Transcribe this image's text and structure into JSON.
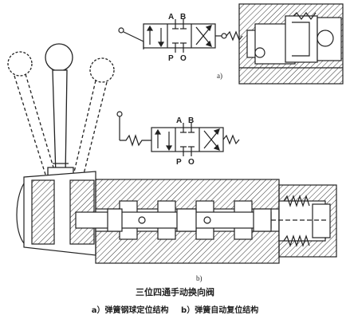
{
  "symbol_a": {
    "ports_top": [
      "A",
      "B"
    ],
    "ports_bottom": [
      "P",
      "O"
    ],
    "tag": "a)"
  },
  "symbol_b": {
    "ports_top": [
      "A",
      "B"
    ],
    "ports_bottom": [
      "P",
      "O"
    ],
    "tag": "b)"
  },
  "caption": {
    "title": "三位四通手动换向阀",
    "sub_a": "a）弹簧钢球定位结构",
    "sub_b": "b）弹簧自动复位结构"
  }
}
